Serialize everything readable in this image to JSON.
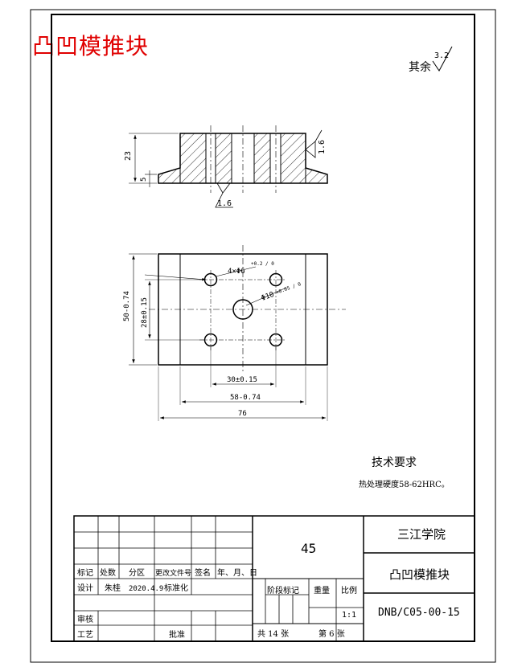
{
  "title": "凸凹模推块",
  "surface_finish": {
    "label": "其余",
    "value": "3.2"
  },
  "front_view": {
    "height_dim": "23",
    "flange_dim": "5",
    "roughness_side": "1.6",
    "roughness_bottom": "1.6"
  },
  "top_view": {
    "hole_spec": "4×Φ6",
    "hole_tol": "+0.2 / 0",
    "center_spec": "Φ10",
    "center_tol": "+0.05 / 0",
    "height_total": "50-0.74",
    "hole_spacing_v": "28±0.15",
    "hole_spacing_h": "30±0.15",
    "width_body": "58-0.74",
    "width_total": "76"
  },
  "tech_requirements": {
    "heading": "技术要求",
    "item": "热处理硬度58-62HRC。"
  },
  "title_block": {
    "material": "45",
    "school": "三江学院",
    "part_name": "凸凹模推块",
    "drawing_no": "DNB/C05-00-15",
    "labels": {
      "mark": "标记",
      "count": "处数",
      "zone": "分区",
      "change_doc": "更改文件号",
      "sign": "签名",
      "date": "年、月、日",
      "design": "设计",
      "designer": "朱桂",
      "design_date": "2020.4.9",
      "standardize": "标准化",
      "check": "审核",
      "process": "工艺",
      "approve": "批准",
      "stage": "阶段标记",
      "weight": "重量",
      "scale": "比例"
    },
    "scale_value": "1:1",
    "sheets_total": "共 14 张",
    "sheet_no": "第 6 张"
  }
}
